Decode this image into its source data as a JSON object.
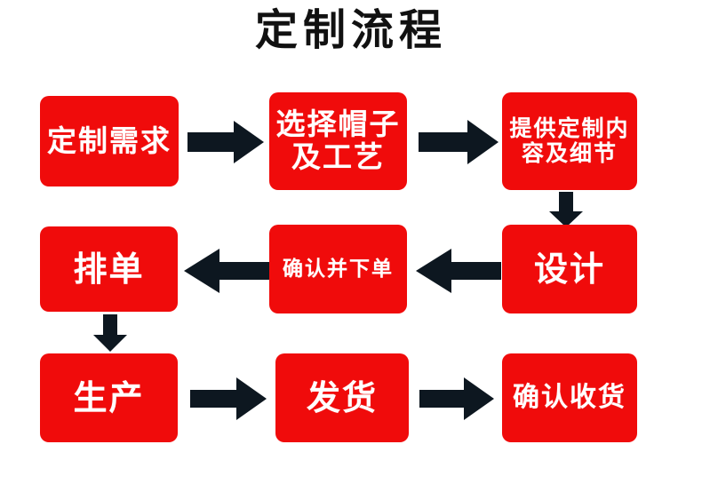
{
  "page": {
    "title": "定制流程",
    "background_color": "#ffffff",
    "node_color": "#f00b0b",
    "node_text_color": "#ffffff",
    "arrow_color": "#0d1720",
    "title_color": "#111111"
  },
  "nodes": {
    "demand": {
      "label": "定制需求",
      "lines": [
        "定制需求"
      ]
    },
    "select": {
      "label": "选择帽子及工艺",
      "lines": [
        "选择帽子",
        "及工艺"
      ]
    },
    "provide": {
      "label": "提供定制内容及细节",
      "lines": [
        "提供定制内",
        "容及细节"
      ]
    },
    "design": {
      "label": "设计",
      "lines": [
        "设计"
      ]
    },
    "confirm": {
      "label": "确认并下单",
      "lines": [
        "确认并下单"
      ]
    },
    "schedule": {
      "label": "排单",
      "lines": [
        "排单"
      ]
    },
    "produce": {
      "label": "生产",
      "lines": [
        "生产"
      ]
    },
    "ship": {
      "label": "发货",
      "lines": [
        "发货"
      ]
    },
    "receive": {
      "label": "确认收货",
      "lines": [
        "确认收货"
      ]
    }
  },
  "arrows": [
    {
      "name": "arrow-demand-to-select",
      "direction": "right",
      "from": "demand",
      "to": "select"
    },
    {
      "name": "arrow-select-to-provide",
      "direction": "right",
      "from": "select",
      "to": "provide"
    },
    {
      "name": "arrow-provide-to-design",
      "direction": "down",
      "from": "provide",
      "to": "design"
    },
    {
      "name": "arrow-design-to-confirm",
      "direction": "left",
      "from": "design",
      "to": "confirm"
    },
    {
      "name": "arrow-confirm-to-schedule",
      "direction": "left",
      "from": "confirm",
      "to": "schedule"
    },
    {
      "name": "arrow-schedule-to-produce",
      "direction": "down",
      "from": "schedule",
      "to": "produce"
    },
    {
      "name": "arrow-produce-to-ship",
      "direction": "right",
      "from": "produce",
      "to": "ship"
    },
    {
      "name": "arrow-ship-to-receive",
      "direction": "right",
      "from": "ship",
      "to": "receive"
    }
  ]
}
